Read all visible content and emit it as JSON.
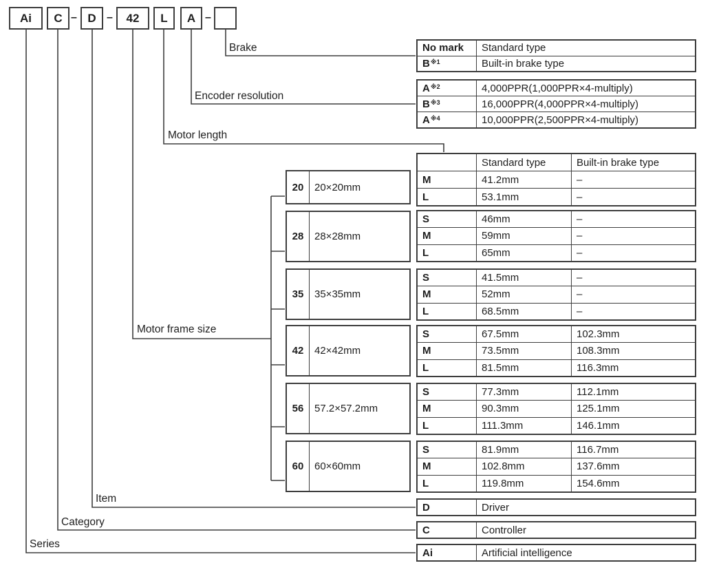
{
  "colors": {
    "line": "#3d3d3d",
    "text": "#1e1e1e",
    "background": "#ffffff"
  },
  "model_code": {
    "separator": "–",
    "boxes": [
      "Ai",
      "C",
      "D",
      "42",
      "L",
      "A",
      ""
    ]
  },
  "labels": {
    "brake": "Brake",
    "encoder": "Encoder resolution",
    "motor_length": "Motor length",
    "motor_frame_size": "Motor frame size",
    "item": "Item",
    "category": "Category",
    "series": "Series"
  },
  "brake_table": {
    "rows": [
      {
        "code": "No mark",
        "note": "",
        "desc": "Standard type"
      },
      {
        "code": "B",
        "note": "※1",
        "desc": "Built-in brake type"
      }
    ]
  },
  "encoder_table": {
    "rows": [
      {
        "code": "A",
        "note": "※2",
        "desc": "4,000PPR(1,000PPR×4-multiply)"
      },
      {
        "code": "B",
        "note": "※3",
        "desc": "16,000PPR(4,000PPR×4-multiply)"
      },
      {
        "code": "A",
        "note": "※4",
        "desc": "10,000PPR(2,500PPR×4-multiply)"
      }
    ]
  },
  "motor_length_table": {
    "header": {
      "col1": "",
      "col2": "Standard type",
      "col3": "Built-in brake type"
    },
    "groups": [
      {
        "size": "20",
        "dimension": "20×20mm",
        "rows": [
          {
            "code": "M",
            "standard": "41.2mm",
            "brake": "–"
          },
          {
            "code": "L",
            "standard": "53.1mm",
            "brake": "–"
          }
        ]
      },
      {
        "size": "28",
        "dimension": "28×28mm",
        "rows": [
          {
            "code": "S",
            "standard": "46mm",
            "brake": "–"
          },
          {
            "code": "M",
            "standard": "59mm",
            "brake": "–"
          },
          {
            "code": "L",
            "standard": "65mm",
            "brake": "–"
          }
        ]
      },
      {
        "size": "35",
        "dimension": "35×35mm",
        "rows": [
          {
            "code": "S",
            "standard": "41.5mm",
            "brake": "–"
          },
          {
            "code": "M",
            "standard": "52mm",
            "brake": "–"
          },
          {
            "code": "L",
            "standard": "68.5mm",
            "brake": "–"
          }
        ]
      },
      {
        "size": "42",
        "dimension": "42×42mm",
        "rows": [
          {
            "code": "S",
            "standard": "67.5mm",
            "brake": "102.3mm"
          },
          {
            "code": "M",
            "standard": "73.5mm",
            "brake": "108.3mm"
          },
          {
            "code": "L",
            "standard": "81.5mm",
            "brake": "116.3mm"
          }
        ]
      },
      {
        "size": "56",
        "dimension": "57.2×57.2mm",
        "rows": [
          {
            "code": "S",
            "standard": "77.3mm",
            "brake": "112.1mm"
          },
          {
            "code": "M",
            "standard": "90.3mm",
            "brake": "125.1mm"
          },
          {
            "code": "L",
            "standard": "111.3mm",
            "brake": "146.1mm"
          }
        ]
      },
      {
        "size": "60",
        "dimension": "60×60mm",
        "rows": [
          {
            "code": "S",
            "standard": "81.9mm",
            "brake": "116.7mm"
          },
          {
            "code": "M",
            "standard": "102.8mm",
            "brake": "137.6mm"
          },
          {
            "code": "L",
            "standard": "119.8mm",
            "brake": "154.6mm"
          }
        ]
      }
    ]
  },
  "item_tables": [
    {
      "code": "D",
      "desc": "Driver"
    },
    {
      "code": "C",
      "desc": "Controller"
    },
    {
      "code": "Ai",
      "desc": "Artificial intelligence"
    }
  ]
}
